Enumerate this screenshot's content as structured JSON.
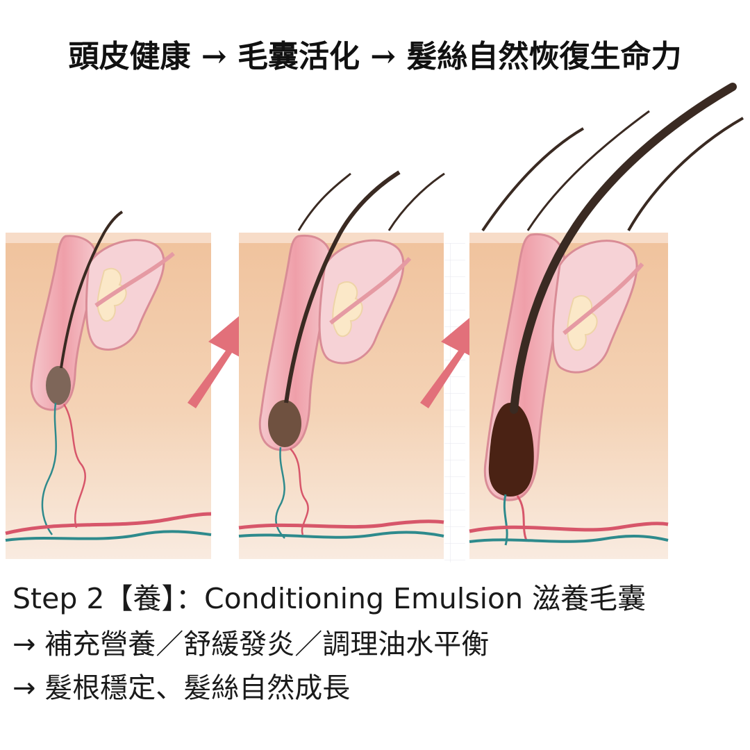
{
  "headline": "頭皮健康 → 毛囊活化 → 髮絲自然恢復生命力",
  "captions": {
    "line1": "Step 2【養】：Conditioning Emulsion 滋養毛囊",
    "line2": "→ 補充營養／舒緩發炎／調理油水平衡",
    "line3": "→ 髮根穩定、髮絲自然成長"
  },
  "colors": {
    "skin": "#f1c9a5",
    "skin_light": "#f8e6d8",
    "follicle_pink": "#f2b8bf",
    "follicle_edge": "#d98c96",
    "gland": "#f7e3c4",
    "hair_dark": "#3a2a22",
    "bulb_stage1": "#7e6659",
    "bulb_stage2": "#6f5140",
    "bulb_stage3": "#4a2214",
    "arrow": "#e2707a",
    "artery": "#d7566a",
    "vein": "#2e8a8c"
  },
  "icons": {
    "growth_arrow": "arrow-up-right-icon"
  }
}
